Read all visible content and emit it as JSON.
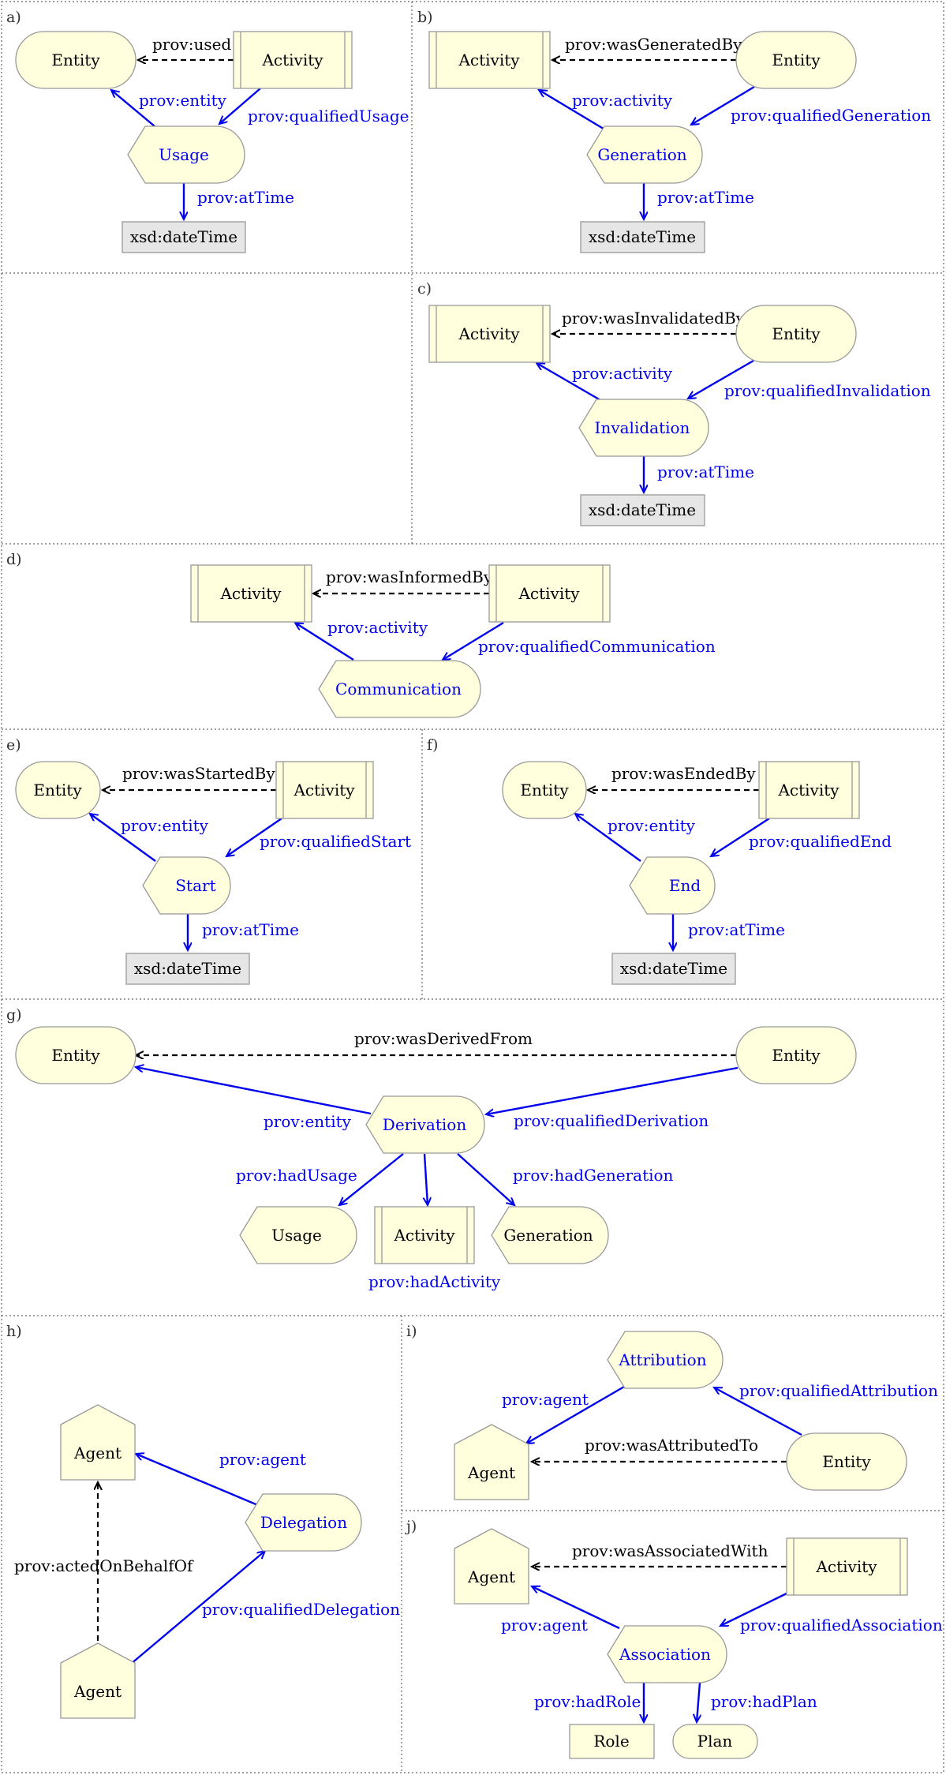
{
  "colors": {
    "node_fill": "#ffffdd",
    "node_stroke": "#999999",
    "value_fill": "#e6e6e6",
    "blue": "#0000ee",
    "black": "#000000"
  },
  "panels": {
    "a": {
      "label": "a)",
      "entity": "Entity",
      "activity": "Activity",
      "qualified": "Usage",
      "value": "xsd:dateTime",
      "edges": {
        "direct": "prov:used",
        "target": "prov:entity",
        "qualified": "prov:qualifiedUsage",
        "time": "prov:atTime"
      }
    },
    "b": {
      "label": "b)",
      "entity": "Entity",
      "activity": "Activity",
      "qualified": "Generation",
      "value": "xsd:dateTime",
      "edges": {
        "direct": "prov:wasGeneratedBy",
        "target": "prov:activity",
        "qualified": "prov:qualifiedGeneration",
        "time": "prov:atTime"
      }
    },
    "c": {
      "label": "c)",
      "entity": "Entity",
      "activity": "Activity",
      "qualified": "Invalidation",
      "value": "xsd:dateTime",
      "edges": {
        "direct": "prov:wasInvalidatedBy",
        "target": "prov:activity",
        "qualified": "prov:qualifiedInvalidation",
        "time": "prov:atTime"
      }
    },
    "d": {
      "label": "d)",
      "activity_left": "Activity",
      "activity_right": "Activity",
      "qualified": "Communication",
      "edges": {
        "direct": "prov:wasInformedBy",
        "target": "prov:activity",
        "qualified": "prov:qualifiedCommunication"
      }
    },
    "e": {
      "label": "e)",
      "entity": "Entity",
      "activity": "Activity",
      "qualified": "Start",
      "value": "xsd:dateTime",
      "edges": {
        "direct": "prov:wasStartedBy",
        "target": "prov:entity",
        "qualified": "prov:qualifiedStart",
        "time": "prov:atTime"
      }
    },
    "f": {
      "label": "f)",
      "entity": "Entity",
      "activity": "Activity",
      "qualified": "End",
      "value": "xsd:dateTime",
      "edges": {
        "direct": "prov:wasEndedBy",
        "target": "prov:entity",
        "qualified": "prov:qualifiedEnd",
        "time": "prov:atTime"
      }
    },
    "g": {
      "label": "g)",
      "entity_left": "Entity",
      "entity_right": "Entity",
      "qualified": "Derivation",
      "usage": "Usage",
      "activity": "Activity",
      "generation": "Generation",
      "edges": {
        "direct": "prov:wasDerivedFrom",
        "target": "prov:entity",
        "qualified": "prov:qualifiedDerivation",
        "had_usage": "prov:hadUsage",
        "had_activity": "prov:hadActivity",
        "had_generation": "prov:hadGeneration"
      }
    },
    "h": {
      "label": "h)",
      "agent_top": "Agent",
      "agent_bottom": "Agent",
      "qualified": "Delegation",
      "edges": {
        "direct": "prov:actedOnBehalfOf",
        "target": "prov:agent",
        "qualified": "prov:qualifiedDelegation"
      }
    },
    "i": {
      "label": "i)",
      "agent": "Agent",
      "entity": "Entity",
      "qualified": "Attribution",
      "edges": {
        "direct": "prov:wasAttributedTo",
        "target": "prov:agent",
        "qualified": "prov:qualifiedAttribution"
      }
    },
    "j": {
      "label": "j)",
      "agent": "Agent",
      "activity": "Activity",
      "qualified": "Association",
      "role": "Role",
      "plan": "Plan",
      "edges": {
        "direct": "prov:wasAssociatedWith",
        "target": "prov:agent",
        "qualified": "prov:qualifiedAssociation",
        "had_role": "prov:hadRole",
        "had_plan": "prov:hadPlan"
      }
    }
  }
}
